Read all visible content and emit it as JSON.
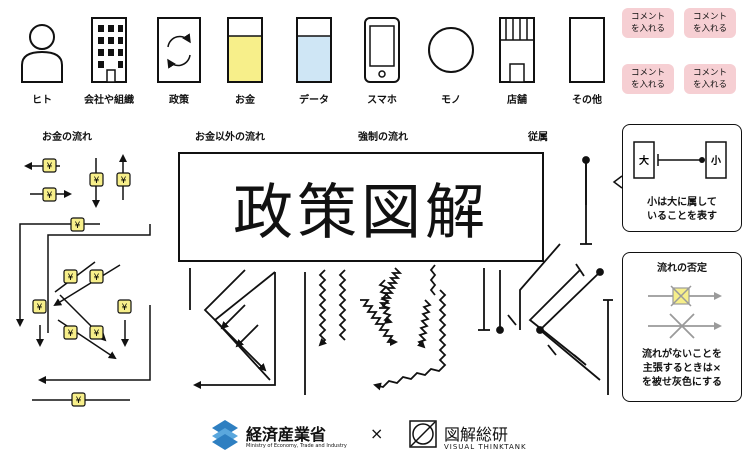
{
  "icons": [
    {
      "name": "person-icon",
      "label": "ヒト"
    },
    {
      "name": "building-icon",
      "label": "会社や組織"
    },
    {
      "name": "policy-cycle-icon",
      "label": "政策"
    },
    {
      "name": "money-icon",
      "label": "お金"
    },
    {
      "name": "data-icon",
      "label": "データ"
    },
    {
      "name": "smartphone-icon",
      "label": "スマホ"
    },
    {
      "name": "thing-icon",
      "label": "モノ"
    },
    {
      "name": "store-icon",
      "label": "店舗"
    },
    {
      "name": "other-icon",
      "label": "その他"
    }
  ],
  "comment_notes": [
    {
      "line1": "コメント",
      "line2": "を入れる"
    },
    {
      "line1": "コメント",
      "line2": "を入れる"
    },
    {
      "line1": "コメント",
      "line2": "を入れる"
    },
    {
      "line1": "コメント",
      "line2": "を入れる"
    }
  ],
  "sections": {
    "money_flow": "お金の流れ",
    "non_money_flow": "お金以外の流れ",
    "forced_flow": "強制の流れ",
    "subordinate": "従属"
  },
  "title": "政策図解",
  "yen_symbol": "¥",
  "subordination_box": {
    "big": "大",
    "small": "小",
    "line1": "小は大に属して",
    "line2": "いることを表す"
  },
  "negation_box": {
    "title": "流れの否定",
    "line1": "流れがないことを",
    "line2": "主張するときは×",
    "line3": "を被せ灰色にする"
  },
  "footer": {
    "meti": "経済産業省",
    "meti_en": "Ministry of Economy, Trade and Industry",
    "times": "×",
    "zukai": "図解総研",
    "zukai_en": "VISUAL THINKTANK"
  },
  "colors": {
    "yen": "#f7ef8a",
    "money_fill": "#f7ef8a",
    "data_fill": "#cfe6f5",
    "note": "#f6cfd3",
    "meti": "#2e7fc1",
    "gray": "#9a9a9a",
    "yen_box_fill": "#f7ef8a"
  }
}
